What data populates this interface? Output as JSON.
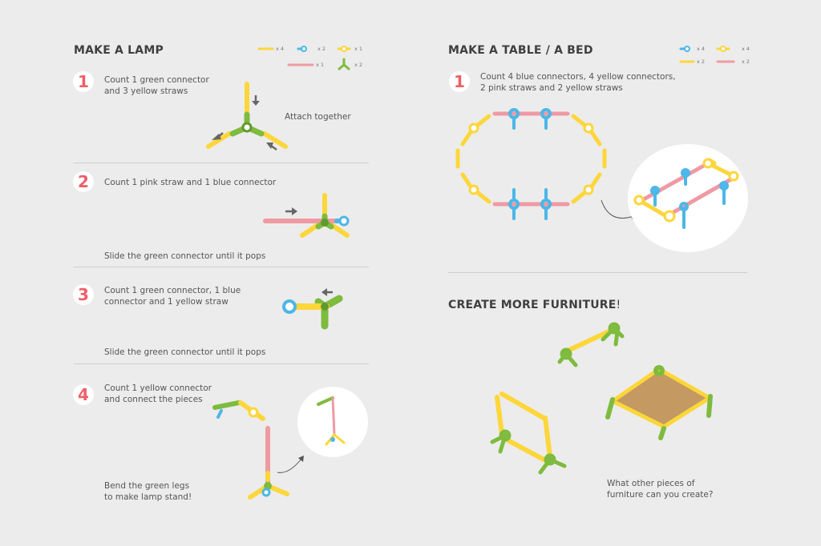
{
  "colors": {
    "yellow": "#fdd63a",
    "blue": "#4cb7e8",
    "pink": "#ef9aa3",
    "green": "#7ebb3e",
    "dark_green": "#5f9a2c",
    "step_number": "#ee5f68",
    "arrow": "#666666",
    "tabletop": "#c49a62"
  },
  "lamp": {
    "title": "MAKE A LAMP",
    "legend": [
      "x 4",
      "x 2",
      "x 1",
      "x 1",
      "x 2"
    ],
    "steps": [
      {
        "num": "1",
        "text": [
          "Count 1 green connector",
          "and 3 yellow straws"
        ],
        "caption": "Attach together"
      },
      {
        "num": "2",
        "text": [
          "Count 1 pink straw and 1 blue connector"
        ],
        "caption": "Slide the green connector until it pops"
      },
      {
        "num": "3",
        "text": [
          "Count 1 green connector, 1 blue",
          "connector and 1 yellow straw"
        ],
        "caption": "Slide the green connector until it pops"
      },
      {
        "num": "4",
        "text": [
          "Count 1 yellow connector",
          "and connect the pieces"
        ],
        "caption": [
          "Bend the green legs",
          "to make lamp stand!"
        ]
      }
    ]
  },
  "table": {
    "title": "MAKE A TABLE / A BED",
    "legend": [
      "x 4",
      "x 4",
      "x 2",
      "x 2"
    ],
    "step": {
      "num": "1",
      "text": [
        "Count 4 blue connectors, 4 yellow connectors,",
        "2 pink straws and 2 yellow straws"
      ]
    }
  },
  "more": {
    "title": "CREATE MORE FURNITURE",
    "excl": "!",
    "question": [
      "What other pieces of",
      "furniture can you create?"
    ]
  }
}
